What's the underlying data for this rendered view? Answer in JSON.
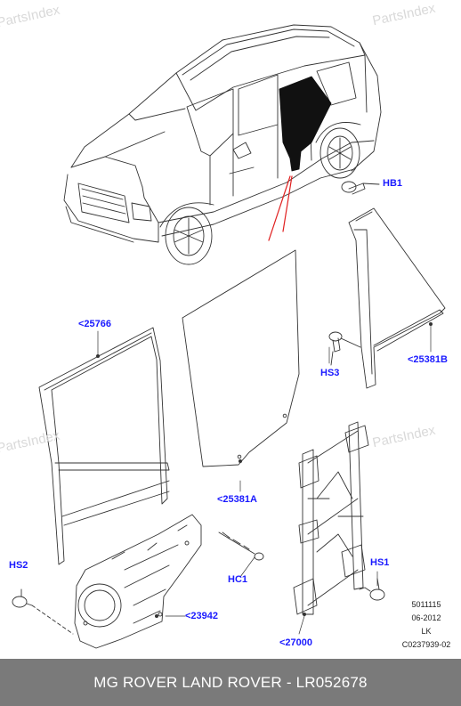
{
  "watermarks": [
    "PartsIndex",
    "PartsIndex",
    "PartsIndex",
    "PartsIndex"
  ],
  "callouts": {
    "hb1": "HB1",
    "c25766": "<25766",
    "c25381b": "<25381B",
    "hs3": "HS3",
    "c25381a": "<25381A",
    "hs2": "HS2",
    "hc1": "HC1",
    "hs1": "HS1",
    "c23942": "<23942",
    "c27000": "<27000"
  },
  "reference": {
    "number": "5011115",
    "date": "06-2012",
    "initials": "LK",
    "code": "C0237939-02"
  },
  "footer": {
    "caption": "MG ROVER LAND ROVER - LR052678"
  },
  "colors": {
    "callout": "#1a1aff",
    "leader_red": "#e02020",
    "footer_bg": "#7a7a7a",
    "footer_text": "#ffffff"
  }
}
